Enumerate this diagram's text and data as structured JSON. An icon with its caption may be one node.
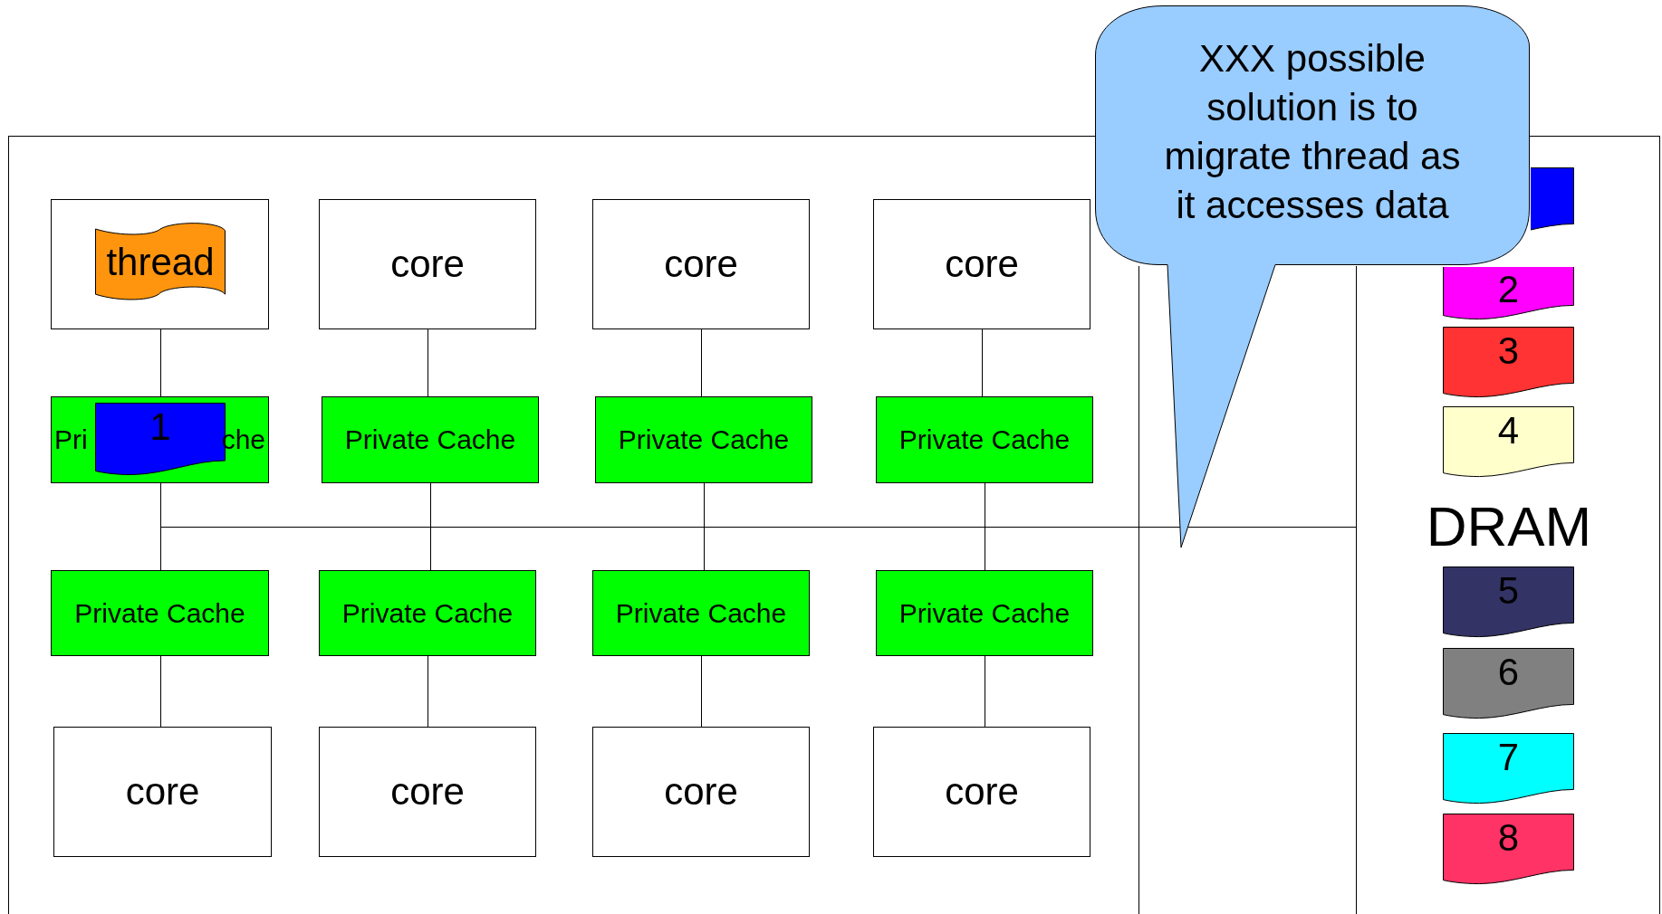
{
  "diagram": {
    "nodes": [
      {
        "text": [],
        "shape": "box"
      },
      {
        "text": [
          "XXX possible solution is to migrate thread as it accesses data"
        ]
      },
      {
        "text": [],
        "shape": "box",
        "in": 0
      },
      {
        "text": [
          "thread"
        ],
        "in": 2
      },
      {
        "text": [
          "core"
        ],
        "in": 0
      },
      {
        "text": [
          "core"
        ],
        "in": 0
      },
      {
        "text": [
          "core"
        ],
        "in": 0
      },
      {
        "text": [
          "DRAM"
        ],
        "in": 0
      },
      {
        "text": [],
        "shape": "flag",
        "in": 0
      },
      {
        "text": [
          "2"
        ],
        "in": 7
      },
      {
        "text": [
          "3"
        ],
        "in": 7
      },
      {
        "text": [
          "4"
        ],
        "in": 7
      },
      {
        "text": [
          "Pri",
          "che"
        ],
        "in": 0
      },
      {
        "text": [
          "Private Cache"
        ],
        "in": 0
      },
      {
        "text": [
          "Private Cache"
        ],
        "in": 0
      },
      {
        "text": [
          "Private Cache"
        ],
        "in": 0
      },
      {
        "text": [
          "1"
        ],
        "in": 12
      },
      {
        "text": [
          "Private Cache"
        ],
        "in": 0
      },
      {
        "text": [
          "Private Cache"
        ],
        "in": 0
      },
      {
        "text": [
          "Private Cache"
        ],
        "in": 0
      },
      {
        "text": [
          "Private Cache"
        ],
        "in": 0
      },
      {
        "text": [
          "core"
        ],
        "in": 0
      },
      {
        "text": [
          "core"
        ],
        "in": 0
      },
      {
        "text": [
          "core"
        ],
        "in": 0
      },
      {
        "text": [
          "core"
        ],
        "in": 0
      },
      {
        "text": [
          "5"
        ],
        "in": 7
      },
      {
        "text": [
          "6"
        ],
        "in": 7
      },
      {
        "text": [
          "7"
        ],
        "in": 7
      },
      {
        "text": [
          "8"
        ],
        "in": 7
      }
    ],
    "edges": [
      {
        "from": 2,
        "to": 12,
        "arrow": "none"
      },
      {
        "from": 4,
        "to": 13,
        "arrow": "none"
      },
      {
        "from": 5,
        "to": 14,
        "arrow": "none"
      },
      {
        "from": 6,
        "to": 15,
        "arrow": "none"
      },
      {
        "from": 12,
        "to": 17,
        "arrow": "none"
      },
      {
        "from": 13,
        "to": 18,
        "arrow": "none"
      },
      {
        "from": 14,
        "to": 19,
        "arrow": "none"
      },
      {
        "from": 15,
        "to": 20,
        "arrow": "none"
      },
      {
        "from": 17,
        "to": 21,
        "arrow": "none"
      },
      {
        "from": 18,
        "to": 22,
        "arrow": "none"
      },
      {
        "from": 19,
        "to": 23,
        "arrow": "none"
      },
      {
        "from": 20,
        "to": 24,
        "arrow": "none"
      },
      {
        "from": 12,
        "to": 7,
        "arrow": "none"
      },
      {
        "from": 13,
        "to": 7,
        "arrow": "none"
      },
      {
        "from": 14,
        "to": 7,
        "arrow": "none"
      },
      {
        "from": 15,
        "to": 7,
        "arrow": "none"
      }
    ]
  }
}
